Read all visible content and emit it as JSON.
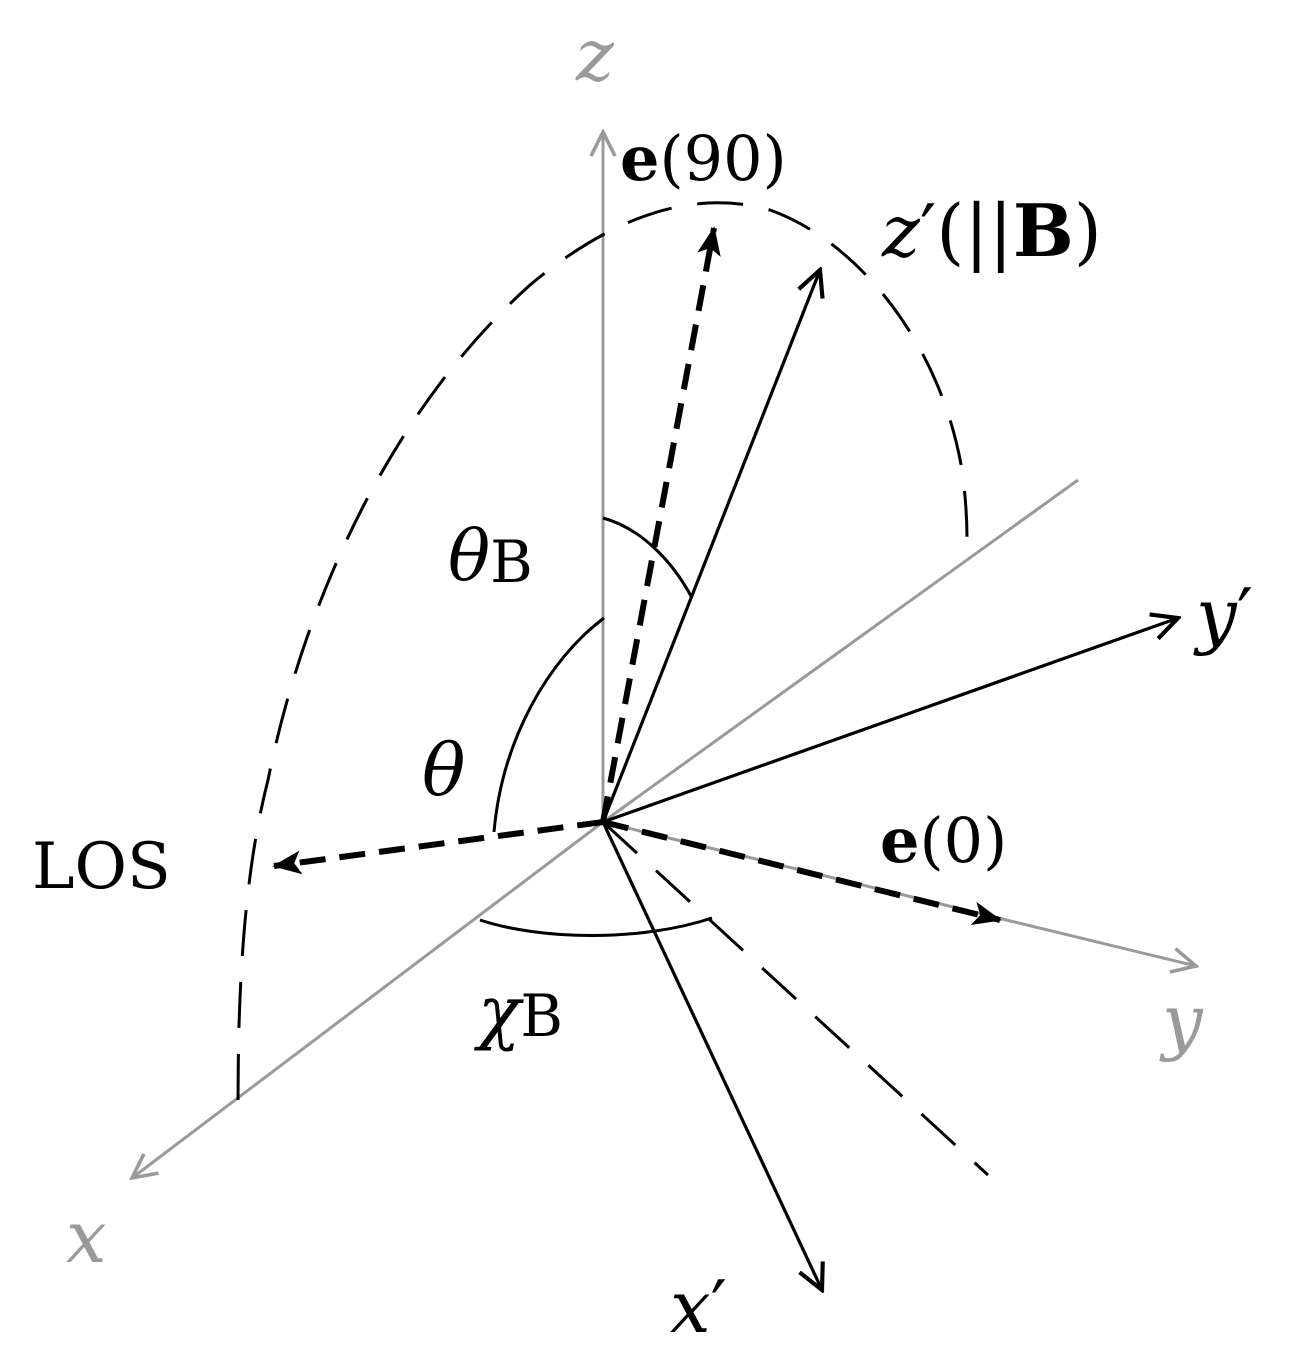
{
  "colors": {
    "foreground": "#000000",
    "reference_axes": "#9a9a9a",
    "background": "#ffffff"
  },
  "labels": {
    "z": "z",
    "x": "x",
    "y": "y",
    "e90_bold": "e",
    "e90_arg": "(90)",
    "zprime_var": "z",
    "zprime_prime": "′",
    "zprime_paren": "(||",
    "zprime_B": "B",
    "zprime_close": ")",
    "theta_b": "θ",
    "theta_b_sub": "B",
    "theta": "θ",
    "yprime": "y",
    "yprime_prime": "′",
    "los": "LOS",
    "e0_bold": "e",
    "e0_arg": "(0)",
    "chi_b": "χ",
    "chi_b_sub": "B",
    "xprime": "x",
    "xprime_prime": "′"
  }
}
